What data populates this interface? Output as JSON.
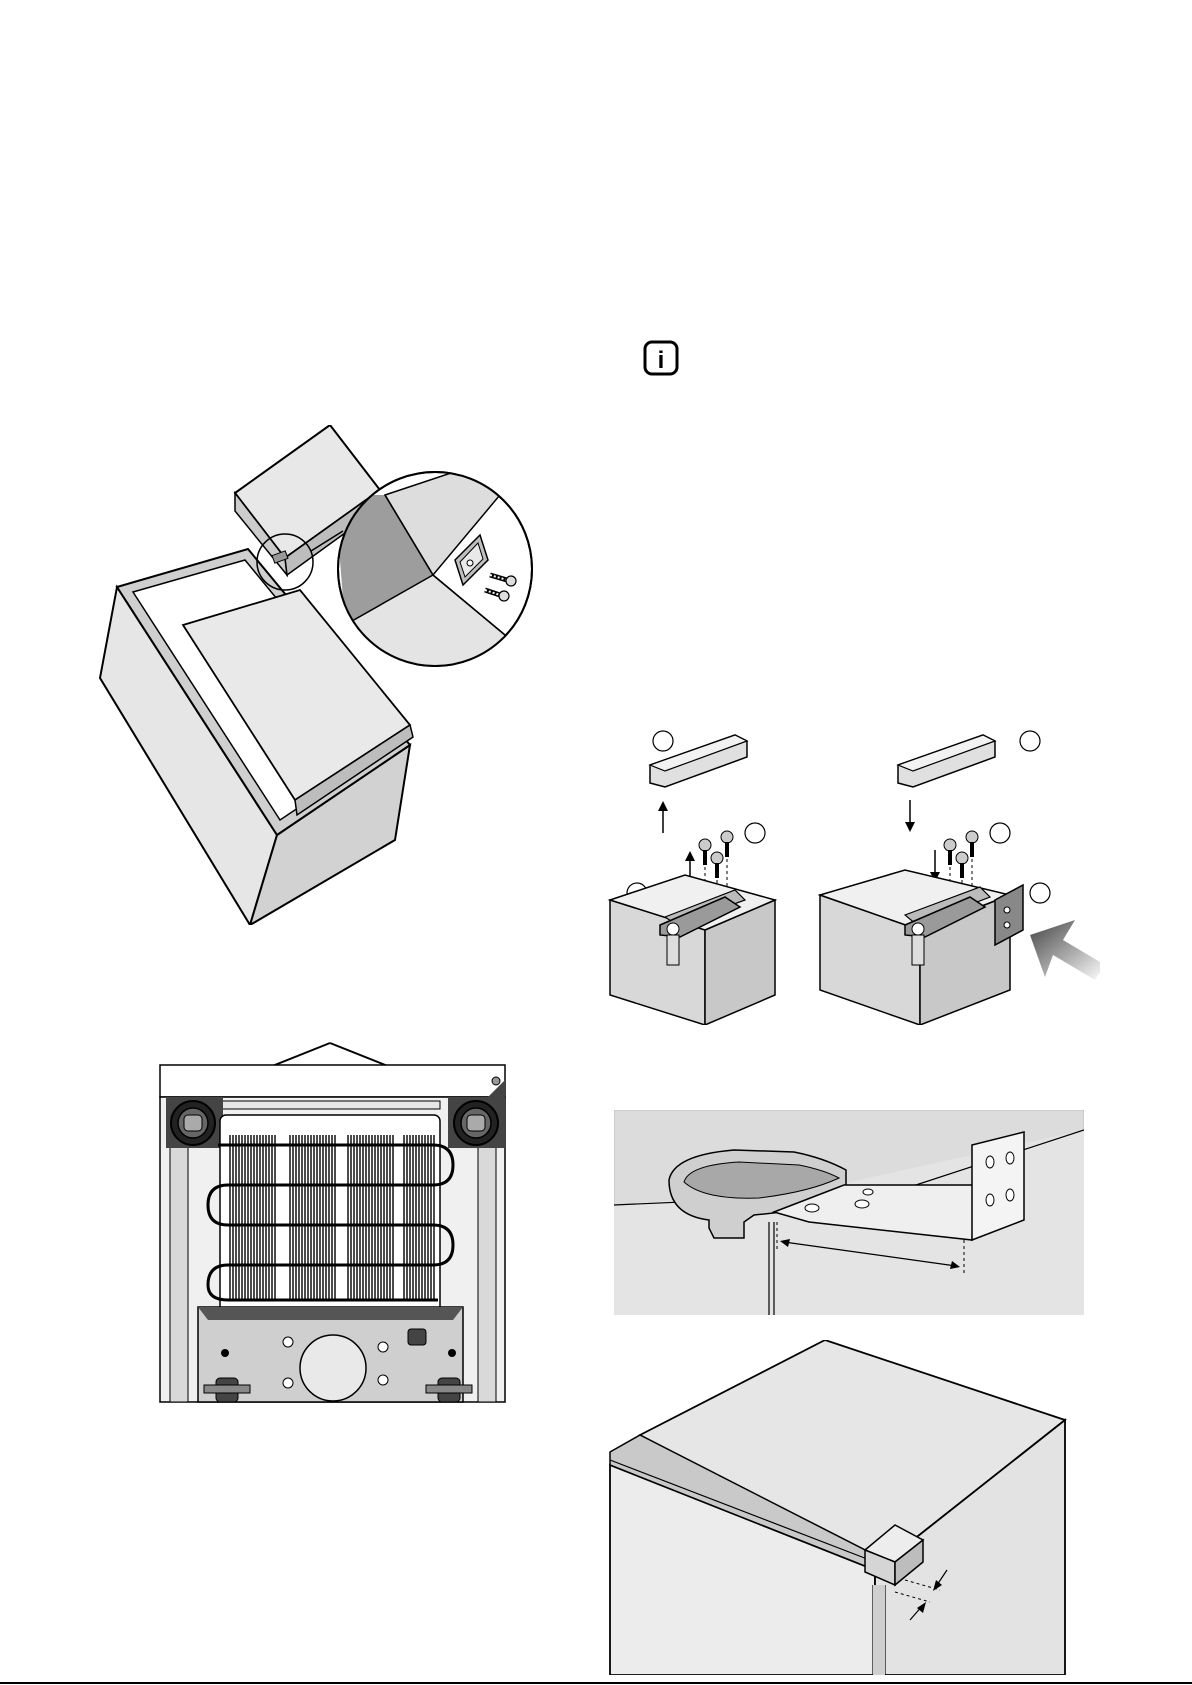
{
  "page": {
    "width": 1192,
    "height": 1685,
    "background": "#ffffff"
  },
  "info_icon": {
    "name": "info-icon",
    "glyph": "i"
  },
  "callout_numbers": {
    "left_group": [
      "",
      "",
      ""
    ],
    "right_group": [
      "",
      "",
      "",
      ""
    ]
  },
  "colors": {
    "line": "#000000",
    "panel_gray": "#e3e3e3",
    "surface_gray": "#d9d9d9",
    "dark_gray": "#4a4a4a",
    "background_panel": "#dcdcdc"
  }
}
